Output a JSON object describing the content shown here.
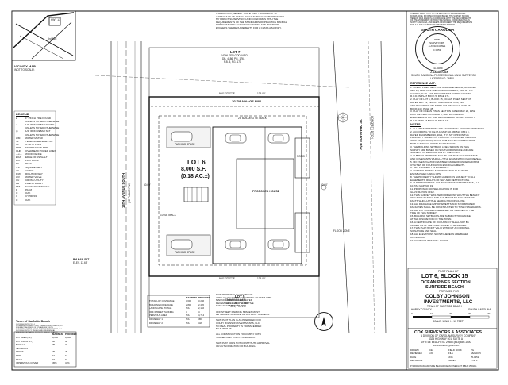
{
  "location_map": {
    "caption": "VICINITY MAP",
    "scale_note": "(NOT TO SCALE)",
    "road_label": "HWY 17",
    "street_label": "3rd AVE"
  },
  "certification": {
    "text": [
      "I, JASON COX, HEREBY STATE THAT THIS SURVEY IS",
      "A RESULT OF AN ACTUAL FIELD SURVEY BY ME OR UNDER",
      "MY DIRECT SUPERVISION AND CONFORMS WITH THE",
      "REQUIREMENTS OF THE STANDARDS OF PRACTICE MANUAL",
      "FOR SURVEYING IN SOUTH CAROLINA AND MEETS OR",
      "EXCEEDS THE REQUIREMENTS FOR A CLASS A SURVEY."
    ],
    "right_text": [
      "I HEREBY STATE THAT TO THE BEST OF MY PROFESSIONAL",
      "KNOWLEDGE, INFORMATION AND BELIEF, THE SURVEY SHOWN",
      "HEREON WAS MADE IN ACCORDANCE WITH THE REQUIREMENTS",
      "OF THE STANDARDS OF PRACTICE MANUAL FOR SURVEYING IN",
      "SOUTH CAROLINA, AND MEETS OR EXCEEDS THE REQUIREMENTS",
      "FOR A CLASS A SURVEY AS SPECIFIED THEREIN."
    ],
    "seal": {
      "state": "SOUTH CAROLINA",
      "line1": "COX",
      "line2": "SURVEYORS",
      "line3": "& ASSOCIATES",
      "line4": "C 0053",
      "license": "No. 4099"
    },
    "signer": "J. JASON COX",
    "signer_title": "SOUTH CAROLINA PROFESSIONAL LAND SURVEYOR",
    "license_no": "LICENSE NO. 26850"
  },
  "reference_map": {
    "heading": "REFERENCE MAP:",
    "lines": [
      "1. OCEAN PINES SECTION, SURFSIDE BEACH, SC DATED",
      "MAY 28, 1952. LAST REVISED OCTOBER 5, 1962 BY J.C.",
      "CAUSEY, R.L.S. AND RECORDED AT HORRY COUNTY",
      "R.O.D. IN PLAT BOOK 5, PAGE 171.",
      "2. PLAT OF LOT 6, BLOCK 15, OCEAN PINES SECTION",
      "DATED MAY 13, 1996 BY WILL SURVEYING, INC.",
      "AND RECORDED AT HORRY COUNTY R.O.D. IN PLAT",
      "BOOK 143, PAGE 45.",
      "3. PLAT OF OCEAN PINES SECTION DATED MAY 28, 1952.",
      "LAST REVISED OCTOBER 5, 1963 BY CALHOUN",
      "ENGINEERING CO. AND RECORDED AT HORRY COUNTY",
      "R.O.D. IN PLAT BOOK 5, PAGE 171."
    ]
  },
  "notes": {
    "heading": "NOTES:",
    "lines": [
      "1. ALL MEASUREMENTS ARE HORIZONTAL GROUND DISTANCES.",
      "2. ACCORDING TO F.E.M.A. MAP NO. 45051C 0661 K,",
      "DATED DECEMBER 16, 2021, IT IS MY OPINION THE",
      "PROPERTY SHOWN ON THIS PLAT IS LOCATED IN FLOOD",
      "ZONE \"X\" (SHADED) AND IS SUBJECT TO CERTIFICATION",
      "BY THE TOWN FLOODPLAIN MANAGER.",
      "3. THE BUILDING SETBACK LINES SHOWN ON THIS",
      "SURVEY ARE BASED ON SOUTH ORDINANCE AND ARE",
      "SUBJECT TO VERIFICATION BY THE TOWN.",
      "4. SUBJECT PROPERTY MAY BE SUBJECT TO EASEMENTS",
      "AND COVENANTS WHICH A TITLE EXAMINATION MAY REVEAL.",
      "5. NO INVESTIGATION HAS BEEN MADE OF UNDERGROUND",
      "UTILITIES OR FOUNDATION ENCROACHMENTS.",
      "6. THIS PROPERTY IS ZONED R-1.",
      "7. CONTROL POINTS SHOWN ON THIS PLAT WERE",
      "ESTABLISHED USING GPS.",
      "8. THE PROPERTY SHOWN HEREON IS SUBJECT TO ALL",
      "EASEMENTS, RIGHTS OF WAY AND RESTRICTIONS.",
      "9. CURRENT OWNER: COLBY JOHNSON INVESTMENTS, LLC",
      "10. TAX MAP NO. 19",
      "11. PROPOSED HOUSE LOCATION IS FOR",
      "ILLUSTRATION ONLY.",
      "12. THIS SURVEY WAS PERFORMED WITHOUT THE BENEFIT",
      "OF A TITLE SEARCH AND IS SUBJECT TO ANY STATE OF",
      "FACTS WHICH A TITLE SEARCH MAY DISCLOSE.",
      "13. ALL DRAINAGE IMPROVEMENTS AND STORMWATER",
      "FACILITIES SHALL BE CONSTRUCTED TO TOWN STANDARDS.",
      "14. ALL LOT CORNERS WERE SET OR VERIFIED AT THE",
      "TIME OF THIS SURVEY.",
      "15. BUILDING SETBACKS ARE SUBJECT TO CHANGE",
      "AT THE DISCRETION OF THE TOWN.",
      "16. A CERTIFICATE OF OCCUPANCY SHALL NOT BE",
      "ISSUED UNTIL THE FINAL SURVEY IS REVIEWED.",
      "17. THIS PLAT IS NOT VALID WITHOUT AN ORIGINAL",
      "SIGNATURE AND SEAL.",
      "18. ALL ELEVATIONS SHOWN HEREON ARE BASED",
      "ON NAVD 88.",
      "19. CONTOUR INTERVAL: 1 FOOT."
    ]
  },
  "title_block": {
    "heading": "PLOT PLAN OF",
    "lot_line": "LOT 6, BLOCK 15",
    "section_line": "OCEAN PINES SECTION",
    "place_line": "SURFSIDE BEACH",
    "prepared_for": "PREPARED FOR",
    "client_1": "COLBY JOHNSON",
    "client_2": "INVESTMENTS, LLC",
    "town": "TOWN OF SURFSIDE BEACH",
    "county": "HORRY COUNTY",
    "state": "SOUTH CAROLINA",
    "scale": "SCALE: 1 INCH = 10 FEET",
    "scale_ticks": [
      "0",
      "10",
      "20",
      "30",
      "40"
    ]
  },
  "firm": {
    "name": "COX SURVEYORS & ASSOCIATES",
    "sub": "A DIVISION OF CAROLINA SURVEY COMPANY",
    "address": "4325 HIGHWAY 501, SUITE A",
    "city": "MYRTLE BEACH, SC 29588 (843) 650-1500",
    "web": "www.coxsurveyors.com",
    "rows": [
      [
        "DRAWN",
        "CE",
        "FIELD BOOK",
        "PG"
      ],
      [
        "REVIEWED",
        "JJC",
        "FILE",
        "S6252015"
      ],
      [
        "DATE",
        "",
        "JOB",
        "25-0252"
      ],
      [
        "REVISIONS",
        "",
        "SHEET",
        "1 OF 1"
      ]
    ],
    "footer": "P:\\DRAWINGS\\SURFSIDE BEACH\\OCEAN PINES\\LOT 6 BLK 15.DWG"
  },
  "legend": {
    "heading": "LEGEND",
    "items": [
      "1\" PINCH PIPE FOUND",
      "UNLESS NOTED OTHERWISE",
      "1/2\" IRON REBAR FOUND",
      "UNLESS NOTED OTHERWISE",
      "1/2\" IRON REBAR SET",
      "UNLESS NOTED OTHERWISE",
      "WATER METER",
      "TELEPHONE PEDESTAL",
      "UTILITY POLE",
      "STORM DRAIN PIPE",
      "OVERHEAD POWER LINES",
      "WOOD FENCE",
      "EDGE OF ASPHALT",
      "PLAT BOOK",
      "PAGE",
      "SQUARE FEET",
      "ACRES",
      "RIGHT-OF-WAY",
      "WATER VALVE",
      "CROSS UTILITY",
      "FIRE HYDRANT",
      "SANITARY MANHOLE",
      "PALM",
      "OAK",
      "CYPRESS",
      "OAK"
    ],
    "codes": [
      "●",
      "",
      "○",
      "",
      "◎",
      "",
      "WM",
      "TP",
      "UP",
      "SDP",
      "OHP",
      "—x—",
      "EOA",
      "P.B.",
      "PG.",
      "S.F.",
      "AC.",
      "R/W",
      "WV",
      "CU",
      "FH",
      "SMH",
      "P",
      "O",
      "C",
      "O"
    ]
  },
  "zoning": {
    "heading": "Town of Surfside Beach",
    "lines": [
      "1. ZONING DISTRICT: R-1",
      "2. OWNER/APPLICANT: COLBY JOHNSON INVESTMENTS, LLC",
      "3. SUBJECT: ADDRESS OF 15TH AVENUE SOUTH",
      "4. CURRENT OWNER: COLBY JOHNSON INVESTMENTS, LLC",
      "5. ZONING DISTRICT: SINGLE FAMILY RESIDENTIAL",
      "6. BUILDING SETBACKS: FRONT 25', SIDE 10', REAR 15'"
    ],
    "table_headers": [
      "",
      "MAXIMUM",
      "PROVIDED"
    ],
    "table_rows": [
      [
        "LOT AREA (SF)",
        "8,000",
        "8,000"
      ],
      [
        "LOT WIDTH (FT)",
        "60",
        "60"
      ],
      [
        "BLDG HT.",
        "35",
        "32"
      ],
      [
        "SETBACKS",
        "",
        ""
      ],
      [
        "FRONT",
        "25",
        "25"
      ],
      [
        "SIDE",
        "10",
        "10"
      ],
      [
        "REAR",
        "15",
        "15"
      ],
      [
        "IMPERVIOUS COVER",
        "45%",
        "41%"
      ]
    ]
  },
  "coverage": {
    "headers": [
      "",
      "MAXIMUM",
      "PROVIDED"
    ],
    "rows": [
      [
        "TOTAL LOT COVERAGE",
        "3,600",
        "3,286"
      ],
      [
        "BUILDING COVERAGE",
        "2,800",
        "2,420"
      ],
      [
        "LANDSCAPE (TOTAL)",
        "N/A",
        "2,146"
      ],
      [
        "OFF-STREET PARKING",
        "4",
        "4"
      ],
      [
        "PERVIOUS AREA",
        "N/A",
        "4,714"
      ],
      [
        "DRIVEWAY 1",
        "N/A",
        "450"
      ],
      [
        "DRIVEWAY 2",
        "N/A",
        "416"
      ]
    ]
  },
  "site_notes": [
    "THIS PROPERTY IS LOCATED IN",
    "ZONE \"X\" (SHADED). ACCORDING TO FEMA TIME",
    "MAP NO. 45051C 0661 K, DATED",
    "DECEMBER 16, 2021. EFFECTIVE",
    "DATE DECEMBER 16, 2021.",
    "",
    "OFF-STREET PARKING SPACES MUST",
    "BE SHOWN TO SCALE ON ALL PLOT SURVEYS.",
    "",
    "THIS PLOT PLAN IS AS PREPARED FOR",
    "COLBY JOHNSON INVESTMENTS, LLC.",
    "NO REAL PROPERTY IS TRANSFERRED",
    "BY THIS PLAT.",
    "",
    "ALL CONSTRUCTION TO COMPLY WITH",
    "SCDHEC AND TOWN STANDARDS.",
    "",
    "THIS PLAT DOES NOT CONSTITUTE APPROVAL",
    "OR AUTHORIZATION OF BUILDING."
  ],
  "plat": {
    "lot_label": "LOT 6",
    "area_sf": "8,000 S.F.",
    "area_ac": "(0.18 AC.±)",
    "lot7": "LOT 7",
    "lot7_owner": "KATHLEEN GODDARD",
    "lot7_ref": "DB. 4186, PG. 1761",
    "lot7_ref2": "P.B. 5, PG. 171",
    "lot5": "LOT 5",
    "lot5_owner": "EMMA WILLIAMS",
    "lot5_ref": "DB. 2158, PG. 896",
    "lot5_ref2": "P.B. 5, PG. 171",
    "north_line": "N 61°32'47\" E",
    "north_dist": "135.00'",
    "south_line": "N 61°32'47\" E",
    "south_dist": "135.00'",
    "west_dist": "60.00'",
    "east_dist": "60.00'",
    "drainage": "10' DRAINAGE R/W",
    "street_west": "15TH AVENUE SOUTH",
    "street_west_sub": "(50' PUBLIC R/W)",
    "street_east": "18' DRAINAGE R/W",
    "street_east_sub": "CONCRETE DITCH",
    "proposed_house": "PROPOSED HOUSE",
    "parking": "PARKING SPACE",
    "bench": "BM NAIL SET",
    "bench_elev": "ELEV. 13.65'",
    "flood": "FLOOD ZONE",
    "building_line": "25' BUILDING SETBACK",
    "setback_side": "10' SETBACK",
    "porch": "PORCH"
  },
  "colors": {
    "ink": "#111111",
    "paper": "#ffffff",
    "shade": "#cfcfcf"
  }
}
